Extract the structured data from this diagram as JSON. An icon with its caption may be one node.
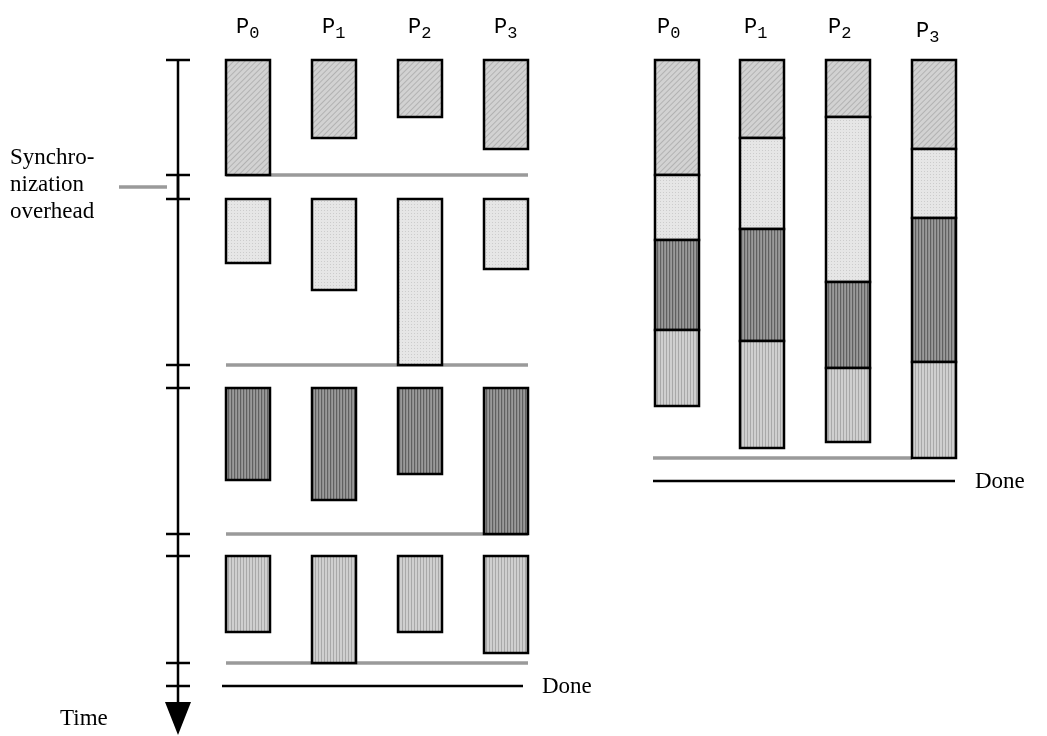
{
  "diagram": {
    "nodes": [
      {
        "text": [
          "Synchro- nization overhead"
        ]
      },
      {
        "text": [],
        "shape": "bar"
      }
    ],
    "edges": [
      {
        "from": 0,
        "to": 1,
        "arrow": "none"
      }
    ],
    "labels": [
      "P$_{0}$",
      "P$_{1}$",
      "P$_{2}$",
      "P$_{3}$",
      "P$_{0}$",
      "P$_{1}$",
      "P$_{2}$",
      "P$_{3}$",
      "Done",
      "Done",
      "Time"
    ]
  }
}
